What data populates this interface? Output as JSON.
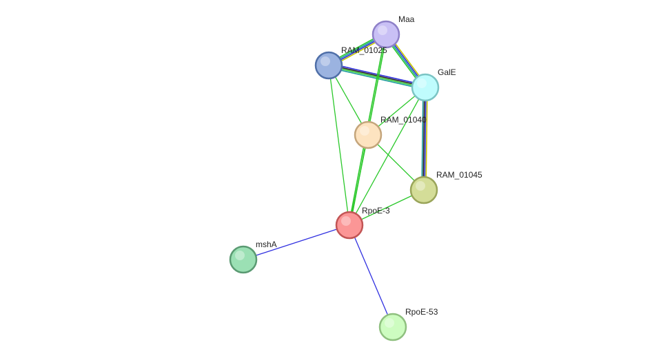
{
  "network": {
    "nodes": [
      {
        "id": "Maa",
        "label": "Maa",
        "fill": "#c9c0f5",
        "stroke": "#8e80c8"
      },
      {
        "id": "RAM_01025",
        "label": "RAM_01025",
        "fill": "#9bb3e0",
        "stroke": "#4f6fa8"
      },
      {
        "id": "GalE",
        "label": "GalE",
        "fill": "#bffcfd",
        "stroke": "#7bc4c4"
      },
      {
        "id": "RAM_01040",
        "label": "RAM_01040",
        "fill": "#fde3c0",
        "stroke": "#c4a57b"
      },
      {
        "id": "RAM_01045",
        "label": "RAM_01045",
        "fill": "#d4dd98",
        "stroke": "#9aa55a"
      },
      {
        "id": "RpoE-3",
        "label": "RpoE-3",
        "fill": "#fb9696",
        "stroke": "#c25555"
      },
      {
        "id": "mshA",
        "label": "mshA",
        "fill": "#9be0b4",
        "stroke": "#5a9a72"
      },
      {
        "id": "RpoE-53",
        "label": "RpoE-53",
        "fill": "#cdfcc0",
        "stroke": "#8fc07f"
      }
    ],
    "edges": [
      {
        "source": "Maa",
        "target": "RAM_01025",
        "colors": [
          "#c8c800",
          "#2a2ad8",
          "#1a9a9a",
          "#2ac82a"
        ]
      },
      {
        "source": "Maa",
        "target": "GalE",
        "colors": [
          "#c8c800",
          "#2a2ad8",
          "#1a9a9a",
          "#2ac82a"
        ]
      },
      {
        "source": "RAM_01025",
        "target": "GalE",
        "colors": [
          "#2a2ad8",
          "#1a1a1a",
          "#2ac82a",
          "#1a9a9a"
        ]
      },
      {
        "source": "GalE",
        "target": "RAM_01045",
        "colors": [
          "#c8c800",
          "#2a2ad8",
          "#1a1a1a",
          "#1a9a9a"
        ]
      },
      {
        "source": "Maa",
        "target": "RpoE-3",
        "colors": [
          "#2ac82a",
          "#2ac82a"
        ]
      },
      {
        "source": "RAM_01025",
        "target": "RpoE-3",
        "colors": [
          "#2ac82a"
        ]
      },
      {
        "source": "RAM_01025",
        "target": "RAM_01040",
        "colors": [
          "#2ac82a"
        ]
      },
      {
        "source": "GalE",
        "target": "RAM_01040",
        "colors": [
          "#2ac82a"
        ]
      },
      {
        "source": "GalE",
        "target": "RpoE-3",
        "colors": [
          "#2ac82a"
        ]
      },
      {
        "source": "RAM_01040",
        "target": "RAM_01045",
        "colors": [
          "#2ac82a"
        ]
      },
      {
        "source": "RAM_01040",
        "target": "RpoE-3",
        "colors": [
          "#2ac82a"
        ]
      },
      {
        "source": "RAM_01045",
        "target": "RpoE-3",
        "colors": [
          "#2ac82a"
        ]
      },
      {
        "source": "RpoE-3",
        "target": "mshA",
        "colors": [
          "#3030e0"
        ]
      },
      {
        "source": "RpoE-3",
        "target": "RpoE-53",
        "colors": [
          "#3030e0"
        ]
      }
    ]
  }
}
